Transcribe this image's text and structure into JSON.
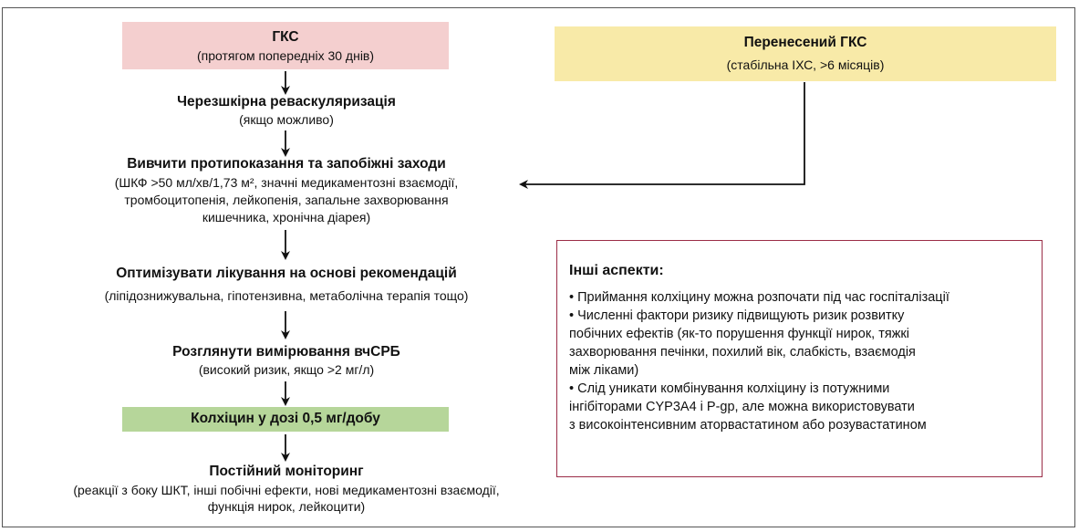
{
  "colors": {
    "acs_box": "#f4cfcf",
    "prior_box": "#f8eaa8",
    "dose_box": "#b6d69a",
    "note_border": "#9b2d47",
    "arrow": "#111111"
  },
  "acs": {
    "title": "ГКС",
    "sub": "(протягом попередніх 30 днів)"
  },
  "prior": {
    "title": "Перенесений ГКС",
    "sub": "(стабільна ІХС, >6 місяців)"
  },
  "steps": [
    {
      "title": "Черезшкірна реваскуляризація",
      "sub": "(якщо можливо)"
    },
    {
      "title": "Вивчити протипоказання та запобіжні заходи",
      "sub1": "(ШКФ >50 мл/хв/1,73 м², значні медикаментозні взаємодії,",
      "sub2": "тромбоцитопенія, лейкопенія, запальне захворювання",
      "sub3": "кишечника, хронічна діарея)"
    },
    {
      "title": "Оптимізувати лікування на основі рекомендацій",
      "sub": "(ліпідознижувальна, гіпотензивна, метаболічна терапія тощо)"
    },
    {
      "title": "Розглянути вимірювання вчСРБ",
      "sub": "(високий ризик, якщо >2 мг/л)"
    },
    {
      "title": "Колхіцин у дозі 0,5 мг/добу"
    },
    {
      "title": "Постійний моніторинг",
      "sub1": "(реакції з боку ШКТ, інші побічні ефекти, нові медикаментозні взаємодії,",
      "sub2": "функція нирок, лейкоцити)"
    }
  ],
  "note": {
    "title": "Інші аспекти:",
    "lines": [
      "• Приймання колхіцину можна розпочати під час госпіталізації",
      "• Численні фактори ризику підвищують ризик розвитку",
      "побічних ефектів (як-то порушення функції нирок, тяжкі",
      "захворювання печінки, похилий вік, слабкість, взаємодія",
      "між ліками)",
      "• Слід уникати комбінування колхіцину із потужними",
      "інгібіторами CYP3A4 і P-gp, але можна використовувати",
      "з високоінтенсивним аторвастатином або розувастатином"
    ]
  }
}
